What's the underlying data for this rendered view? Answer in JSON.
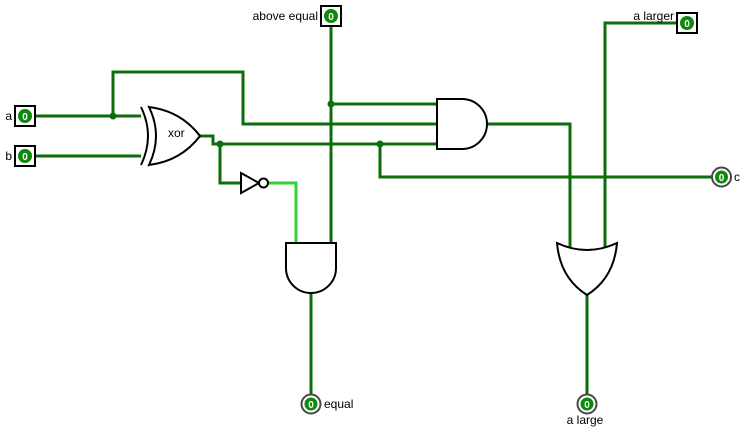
{
  "canvas": {
    "background": "#ffffff"
  },
  "colors": {
    "wire_low": "#0b6e0b",
    "wire_high": "#31d131",
    "pin_fill": "#0c8a0c",
    "pin_text": "#ffffff",
    "pin_border": "#000000",
    "pin_ring": "#464646",
    "gate_stroke": "#000000",
    "label_color": "#000000"
  },
  "pins": {
    "a": {
      "label": "a",
      "value": "0",
      "type": "input"
    },
    "b": {
      "label": "b",
      "value": "0",
      "type": "input"
    },
    "above_equal": {
      "label": "above equal",
      "value": "0",
      "type": "input"
    },
    "a_larger": {
      "label": "a larger",
      "value": "0",
      "type": "input"
    },
    "c": {
      "label": "c",
      "value": "0",
      "type": "output"
    },
    "equal": {
      "label": "equal",
      "value": "0",
      "type": "output"
    },
    "a_large": {
      "label": "a large",
      "value": "0",
      "type": "output"
    }
  },
  "gates": {
    "xor": {
      "type": "XOR",
      "label": "xor"
    },
    "not": {
      "type": "NOT"
    },
    "and_top": {
      "type": "AND"
    },
    "and_bottom": {
      "type": "AND"
    },
    "or": {
      "type": "OR"
    }
  },
  "nets": {
    "a": "0",
    "b": "0",
    "xor_out": "0",
    "not_out": "1",
    "above_equal": "0",
    "a_larger": "0",
    "and_top_out": "0",
    "equal_out": "0",
    "a_large_out": "0"
  }
}
